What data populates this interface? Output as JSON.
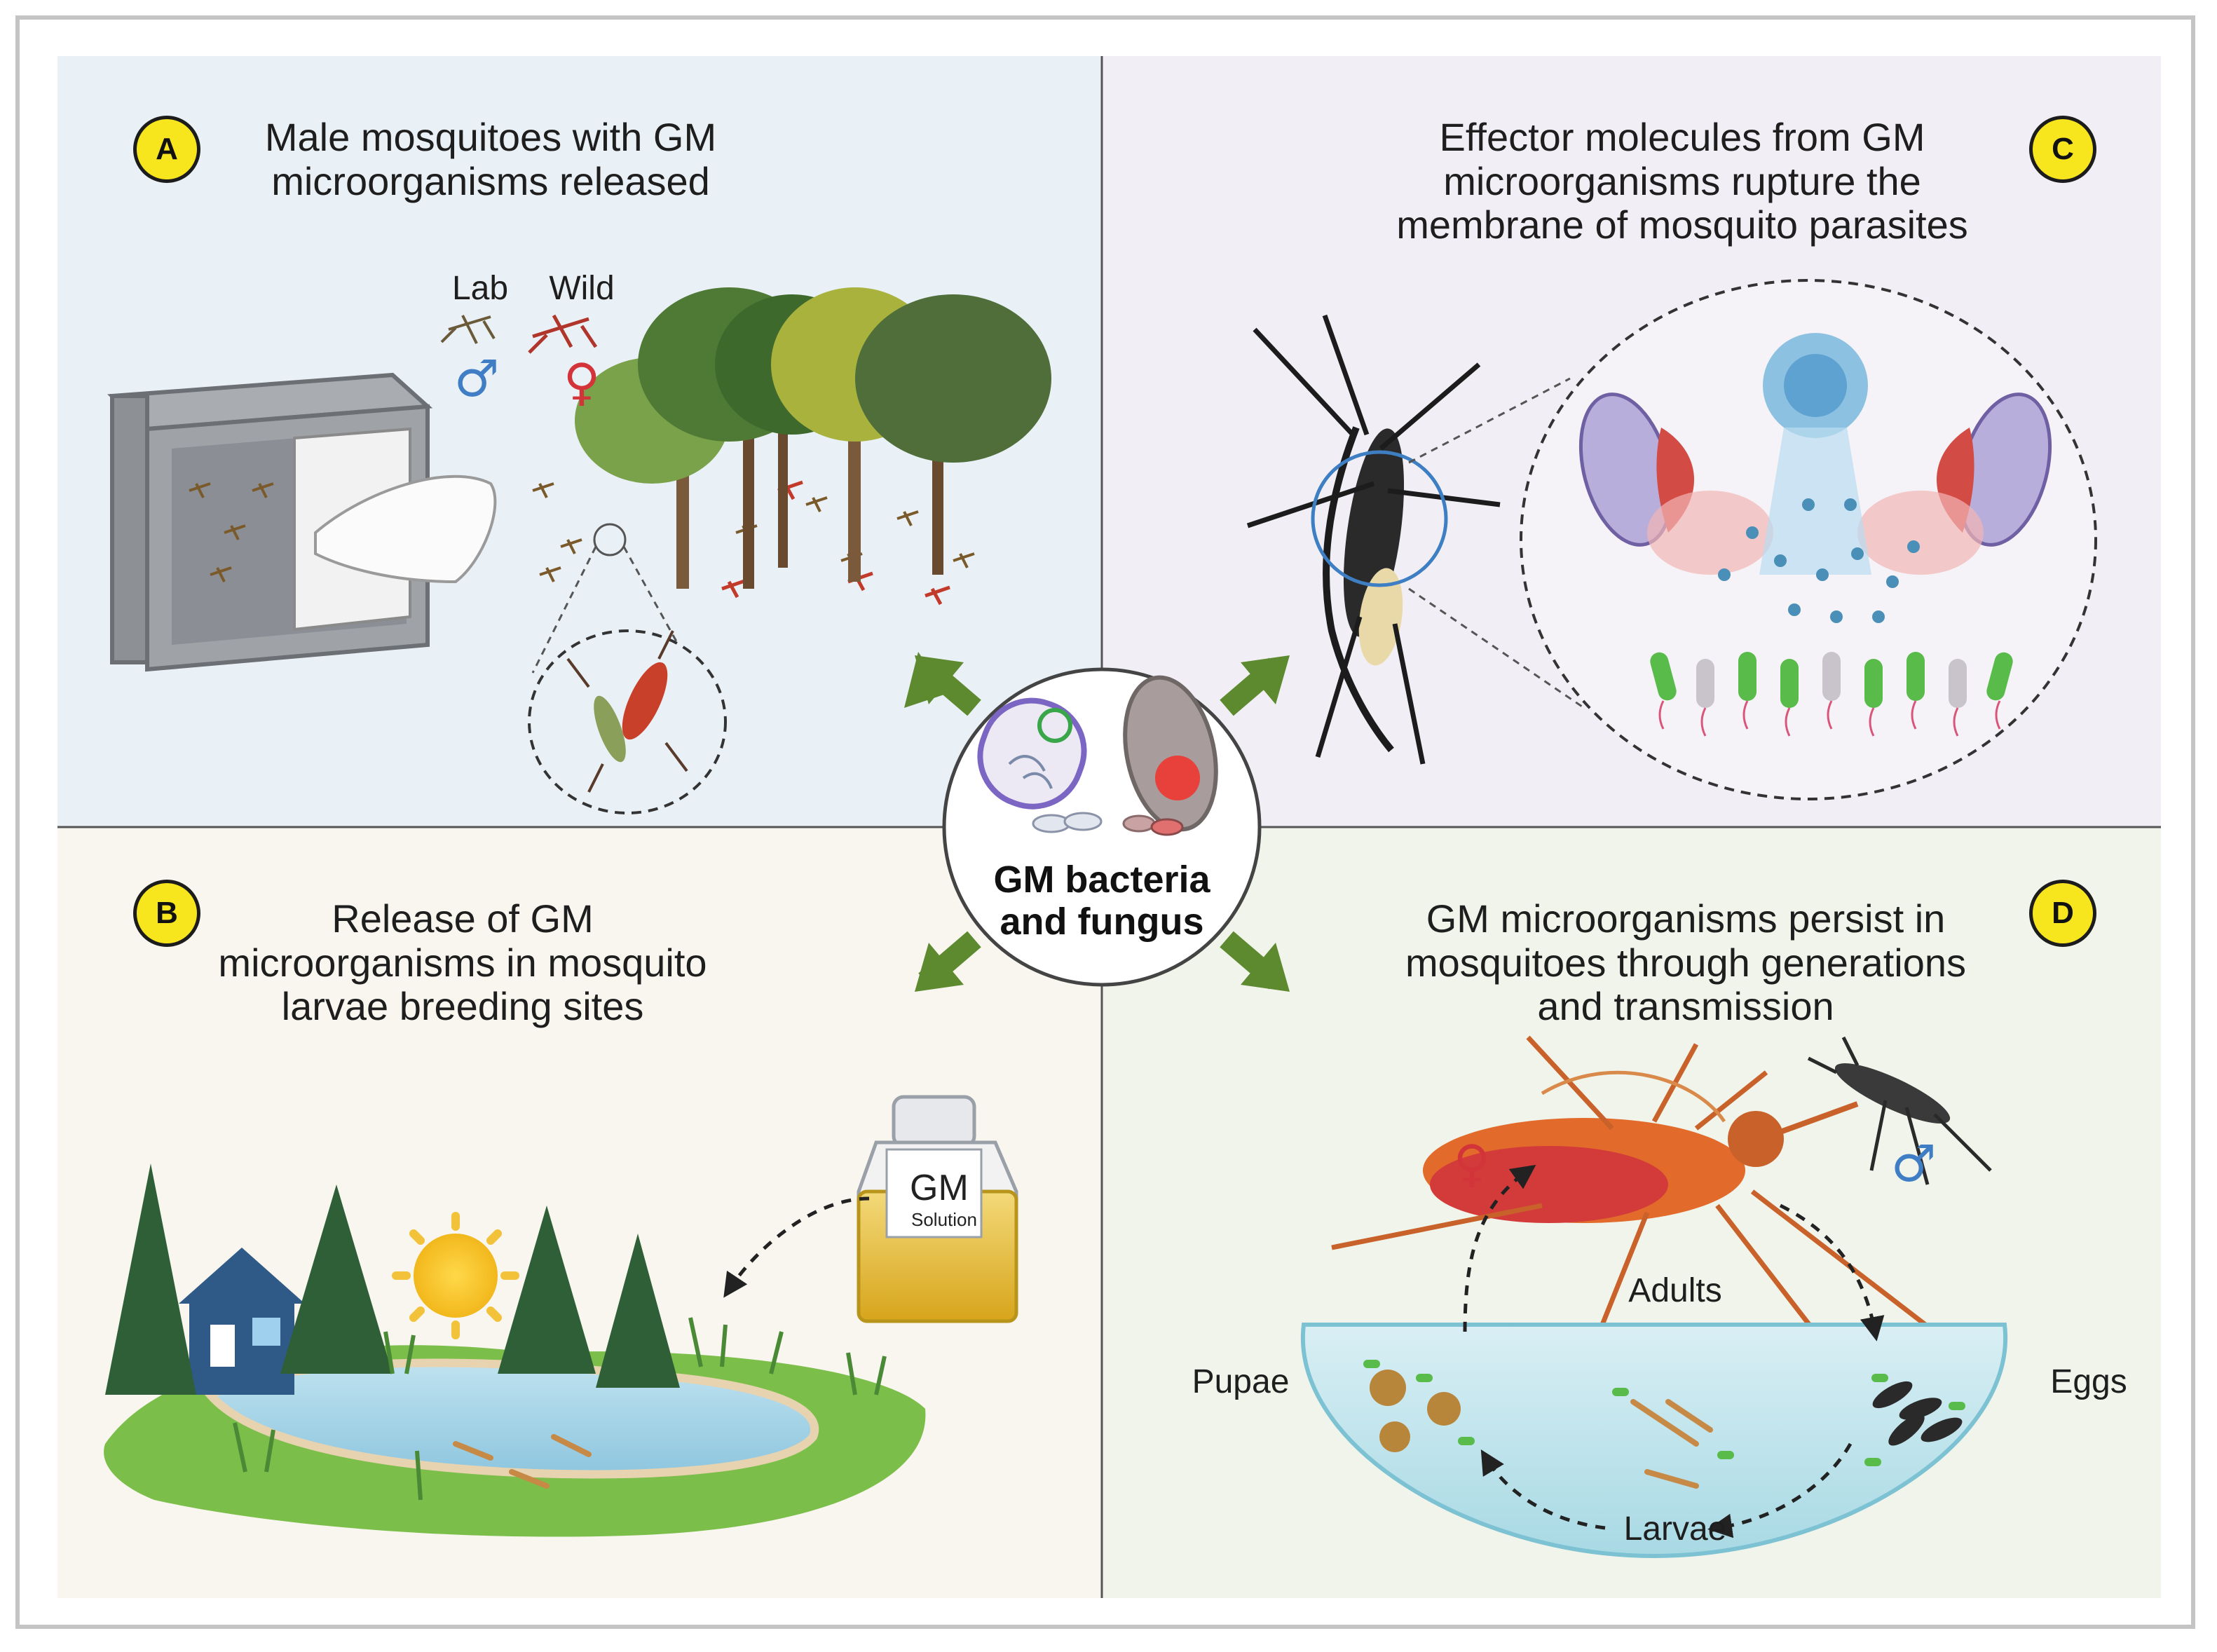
{
  "panels": {
    "a": {
      "badge": "A",
      "title_line1": "Male mosquitoes with GM",
      "title_line2": "microorganisms released",
      "lab_label": "Lab",
      "wild_label": "Wild",
      "male_symbol": "♂",
      "female_symbol": "♀"
    },
    "b": {
      "badge": "B",
      "title_line1": "Release of GM",
      "title_line2": "microorganisms in mosquito",
      "title_line3": "larvae breeding sites",
      "bottle_label_main": "GM",
      "bottle_label_sub": "Solution"
    },
    "c": {
      "badge": "C",
      "title_line1": "Effector molecules from GM",
      "title_line2": "microorganisms rupture the",
      "title_line3": "membrane of mosquito parasites"
    },
    "d": {
      "badge": "D",
      "title_line1": "GM microorganisms persist in",
      "title_line2": "mosquitoes through generations",
      "title_line3": "and transmission",
      "female_symbol": "♀",
      "male_symbol": "♂",
      "stage_adults": "Adults",
      "stage_pupae": "Pupae",
      "stage_eggs": "Eggs",
      "stage_larvae": "Larvae"
    }
  },
  "center": {
    "line1": "GM bacteria",
    "line2": "and fungus"
  },
  "colors": {
    "panel_a_bg": "#eaf1f6",
    "panel_b_bg": "#f8f6ee",
    "panel_c_bg": "#f1eff5",
    "panel_d_bg": "#f1f4ea",
    "arrow_green": "#5d8a2f",
    "badge_yellow": "#f7e51d",
    "male_blue": "#3f7ec4",
    "female_red": "#d2343a"
  }
}
